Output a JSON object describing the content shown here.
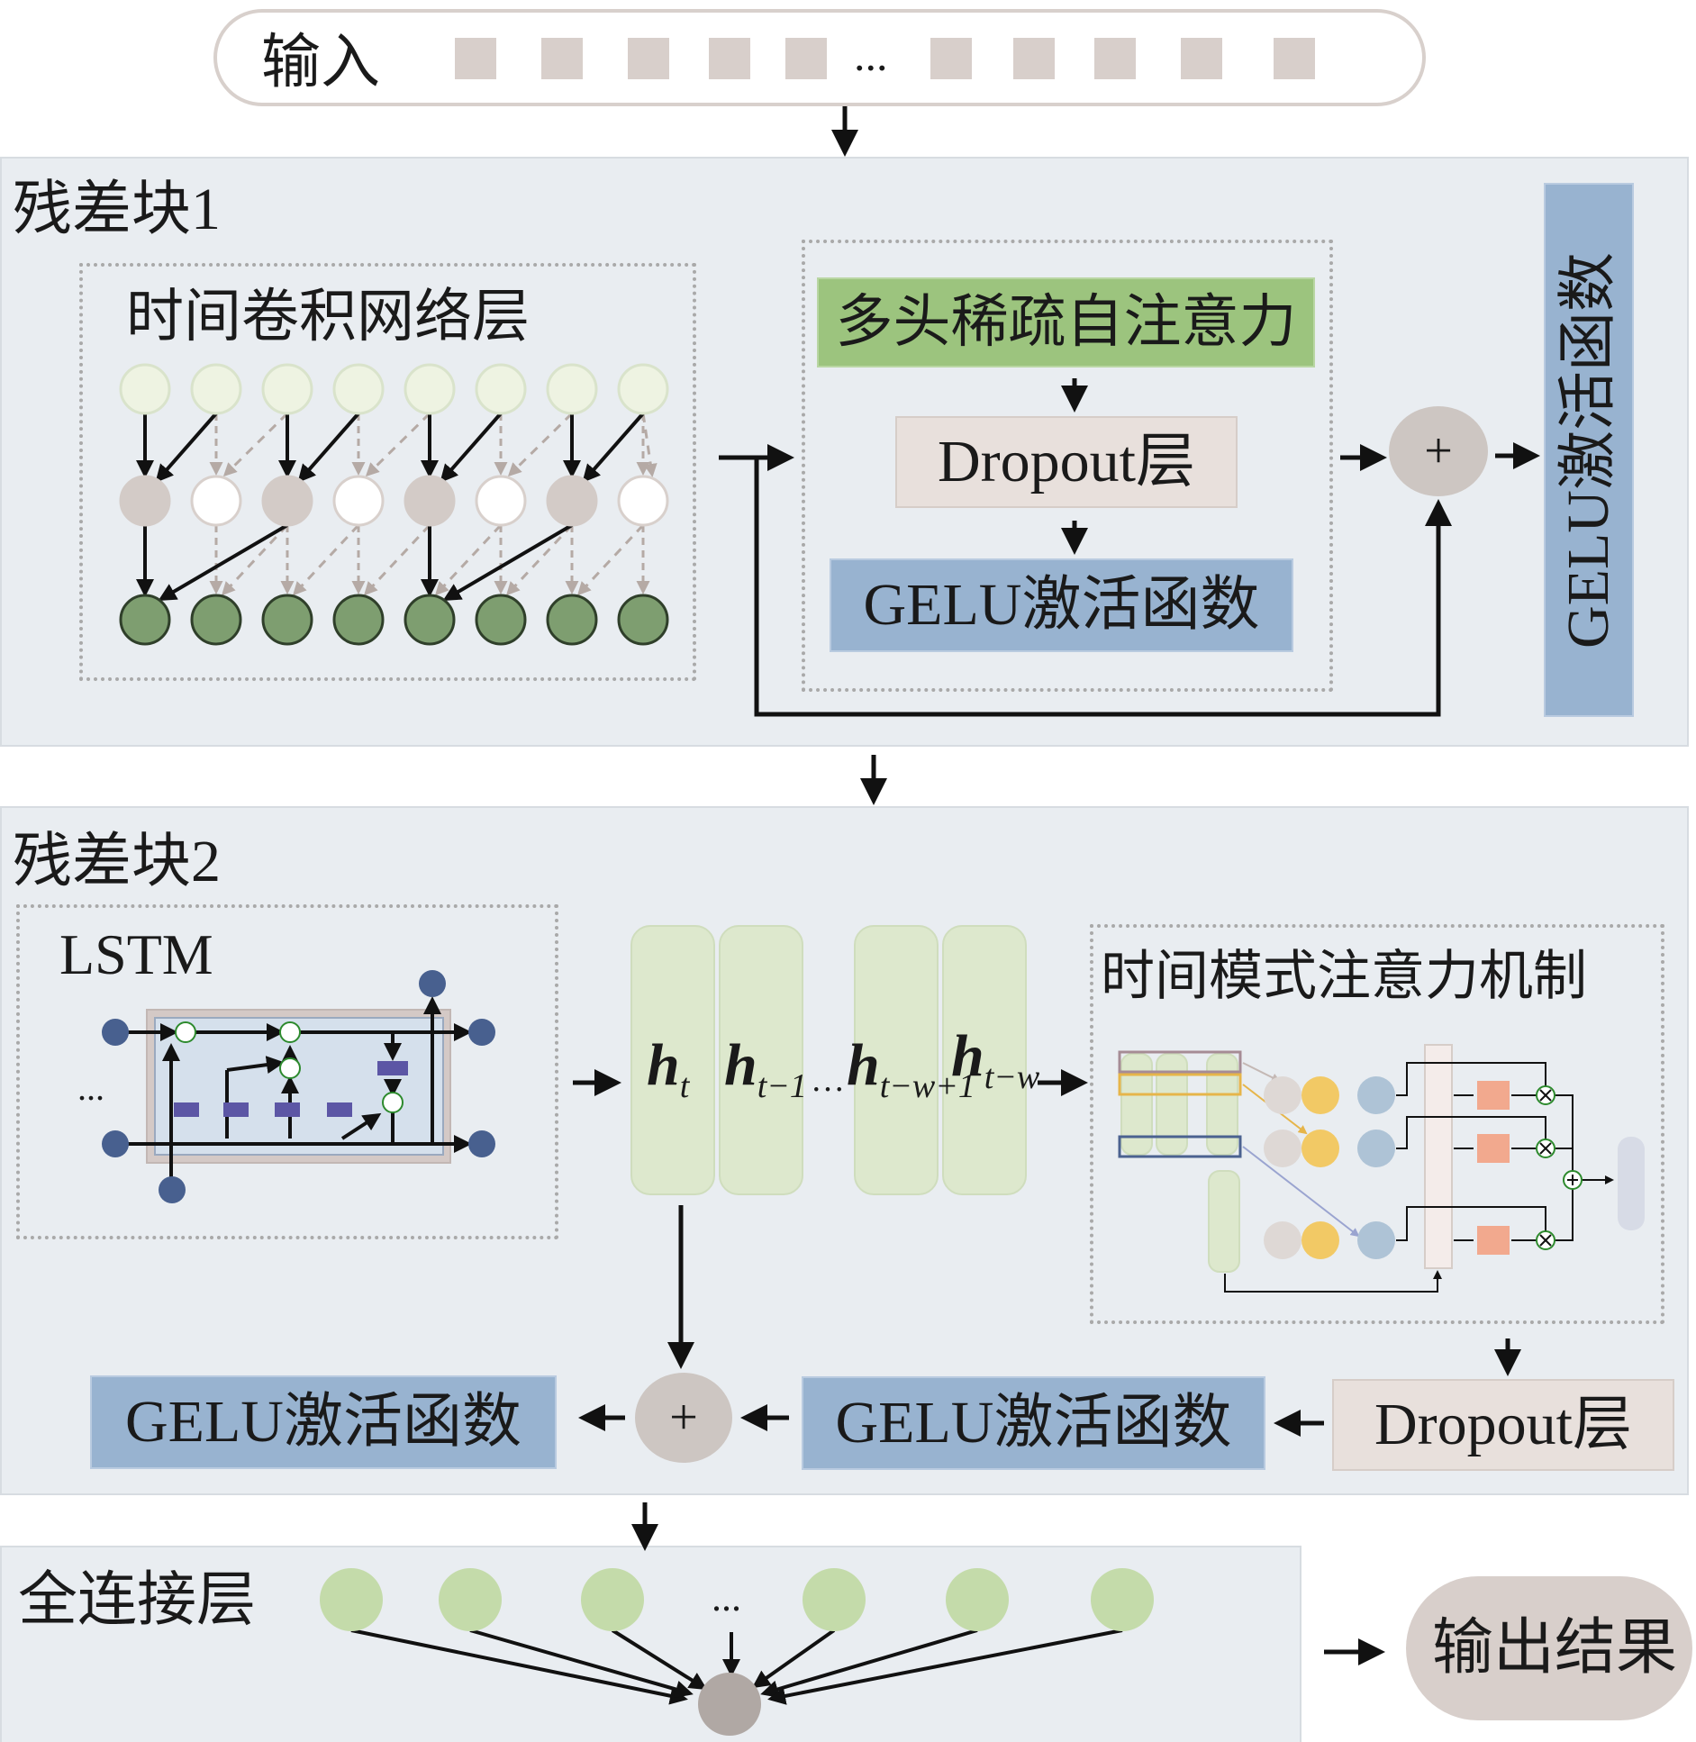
{
  "input": {
    "label": "输入",
    "ellipsis": "..."
  },
  "block1": {
    "title": "残差块1",
    "tcn_title": "时间卷积网络层",
    "attention": "多头稀疏自注意力",
    "dropout": "Dropout层",
    "gelu_inner": "GELU激活函数",
    "plus": "+",
    "gelu_side": "GELU激活函数"
  },
  "block2": {
    "title": "残差块2",
    "lstm_title": "LSTM",
    "lstm_ellipsis": "...",
    "hidden": [
      {
        "base": "h",
        "sub": "t"
      },
      {
        "base": "h",
        "sub": "t−1"
      },
      {
        "base": "h",
        "sub": "t−w+1"
      },
      {
        "base": "h",
        "sub": "t−w"
      }
    ],
    "hidden_dots": "…",
    "tpa_title": "时间模式注意力机制",
    "dropout": "Dropout层",
    "gelu_mid": "GELU激活函数",
    "plus": "+",
    "gelu_left": "GELU激活函数"
  },
  "fc": {
    "title": "全连接层",
    "ellipsis": "..."
  },
  "output": {
    "label": "输出结果"
  },
  "colors": {
    "block_bg": "#e9edf1",
    "attention_green": "#9cc47e",
    "dropout_pink": "#e8e0dc",
    "gelu_blue": "#98b3d0",
    "node_dark_green": "#7e9e70",
    "node_light_green": "#eef3e2",
    "node_gray": "#cdc6c2",
    "fc_node_green": "#c4dbaa"
  }
}
